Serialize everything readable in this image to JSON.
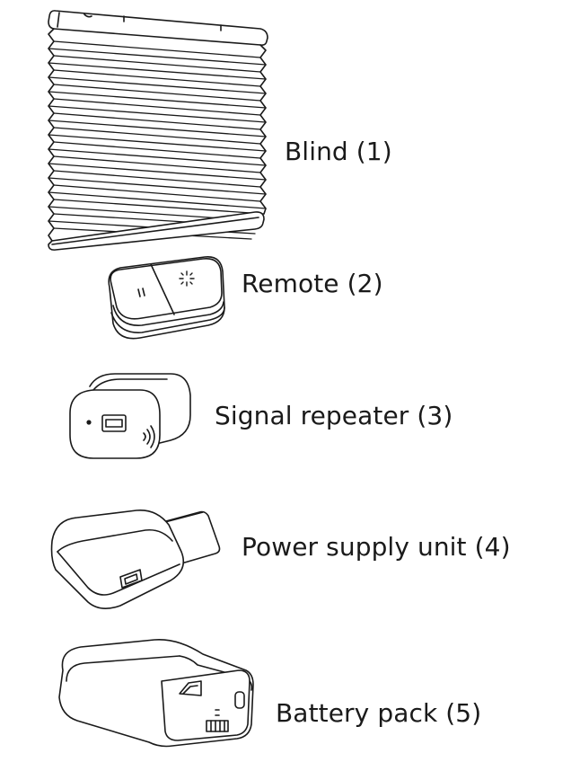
{
  "parts": [
    {
      "number": "1",
      "label": "Blind (1)",
      "icon": "blind-icon"
    },
    {
      "number": "2",
      "label": "Remote (2)",
      "icon": "remote-icon"
    },
    {
      "number": "3",
      "label": "Signal repeater (3)",
      "icon": "signal-repeater-icon"
    },
    {
      "number": "4",
      "label": "Power supply unit (4)",
      "icon": "power-supply-icon"
    },
    {
      "number": "5",
      "label": "Battery pack (5)",
      "icon": "battery-pack-icon"
    }
  ]
}
